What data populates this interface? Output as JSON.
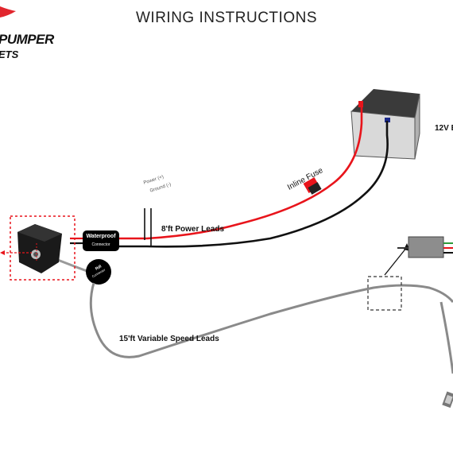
{
  "title": "WIRING INSTRUCTIONS",
  "logo": {
    "line1": "PUMPER",
    "line2": "ETS",
    "accent_color": "#e1262d"
  },
  "labels": {
    "battery": "12V B",
    "inline_fuse": "Inline Fuse",
    "power_leads": "8'ft Power Leads",
    "waterproof_connector_line1": "Waterproof",
    "waterproof_connector_line2": "Connector",
    "power_plus": "Power (+)",
    "ground_minus": "Ground (-)",
    "switch_connector_line1": "Rdl",
    "switch_connector_line2": "Connector",
    "variable_speed_leads": "15'ft Variable Speed Leads"
  },
  "colors": {
    "positive_wire": "#e8141b",
    "negative_wire": "#111111",
    "speed_wire": "#8a8a8a",
    "highlight_box": "#e8141b",
    "controller_wire_green": "#2e9b3a",
    "controller_wire_red": "#e8141b"
  }
}
